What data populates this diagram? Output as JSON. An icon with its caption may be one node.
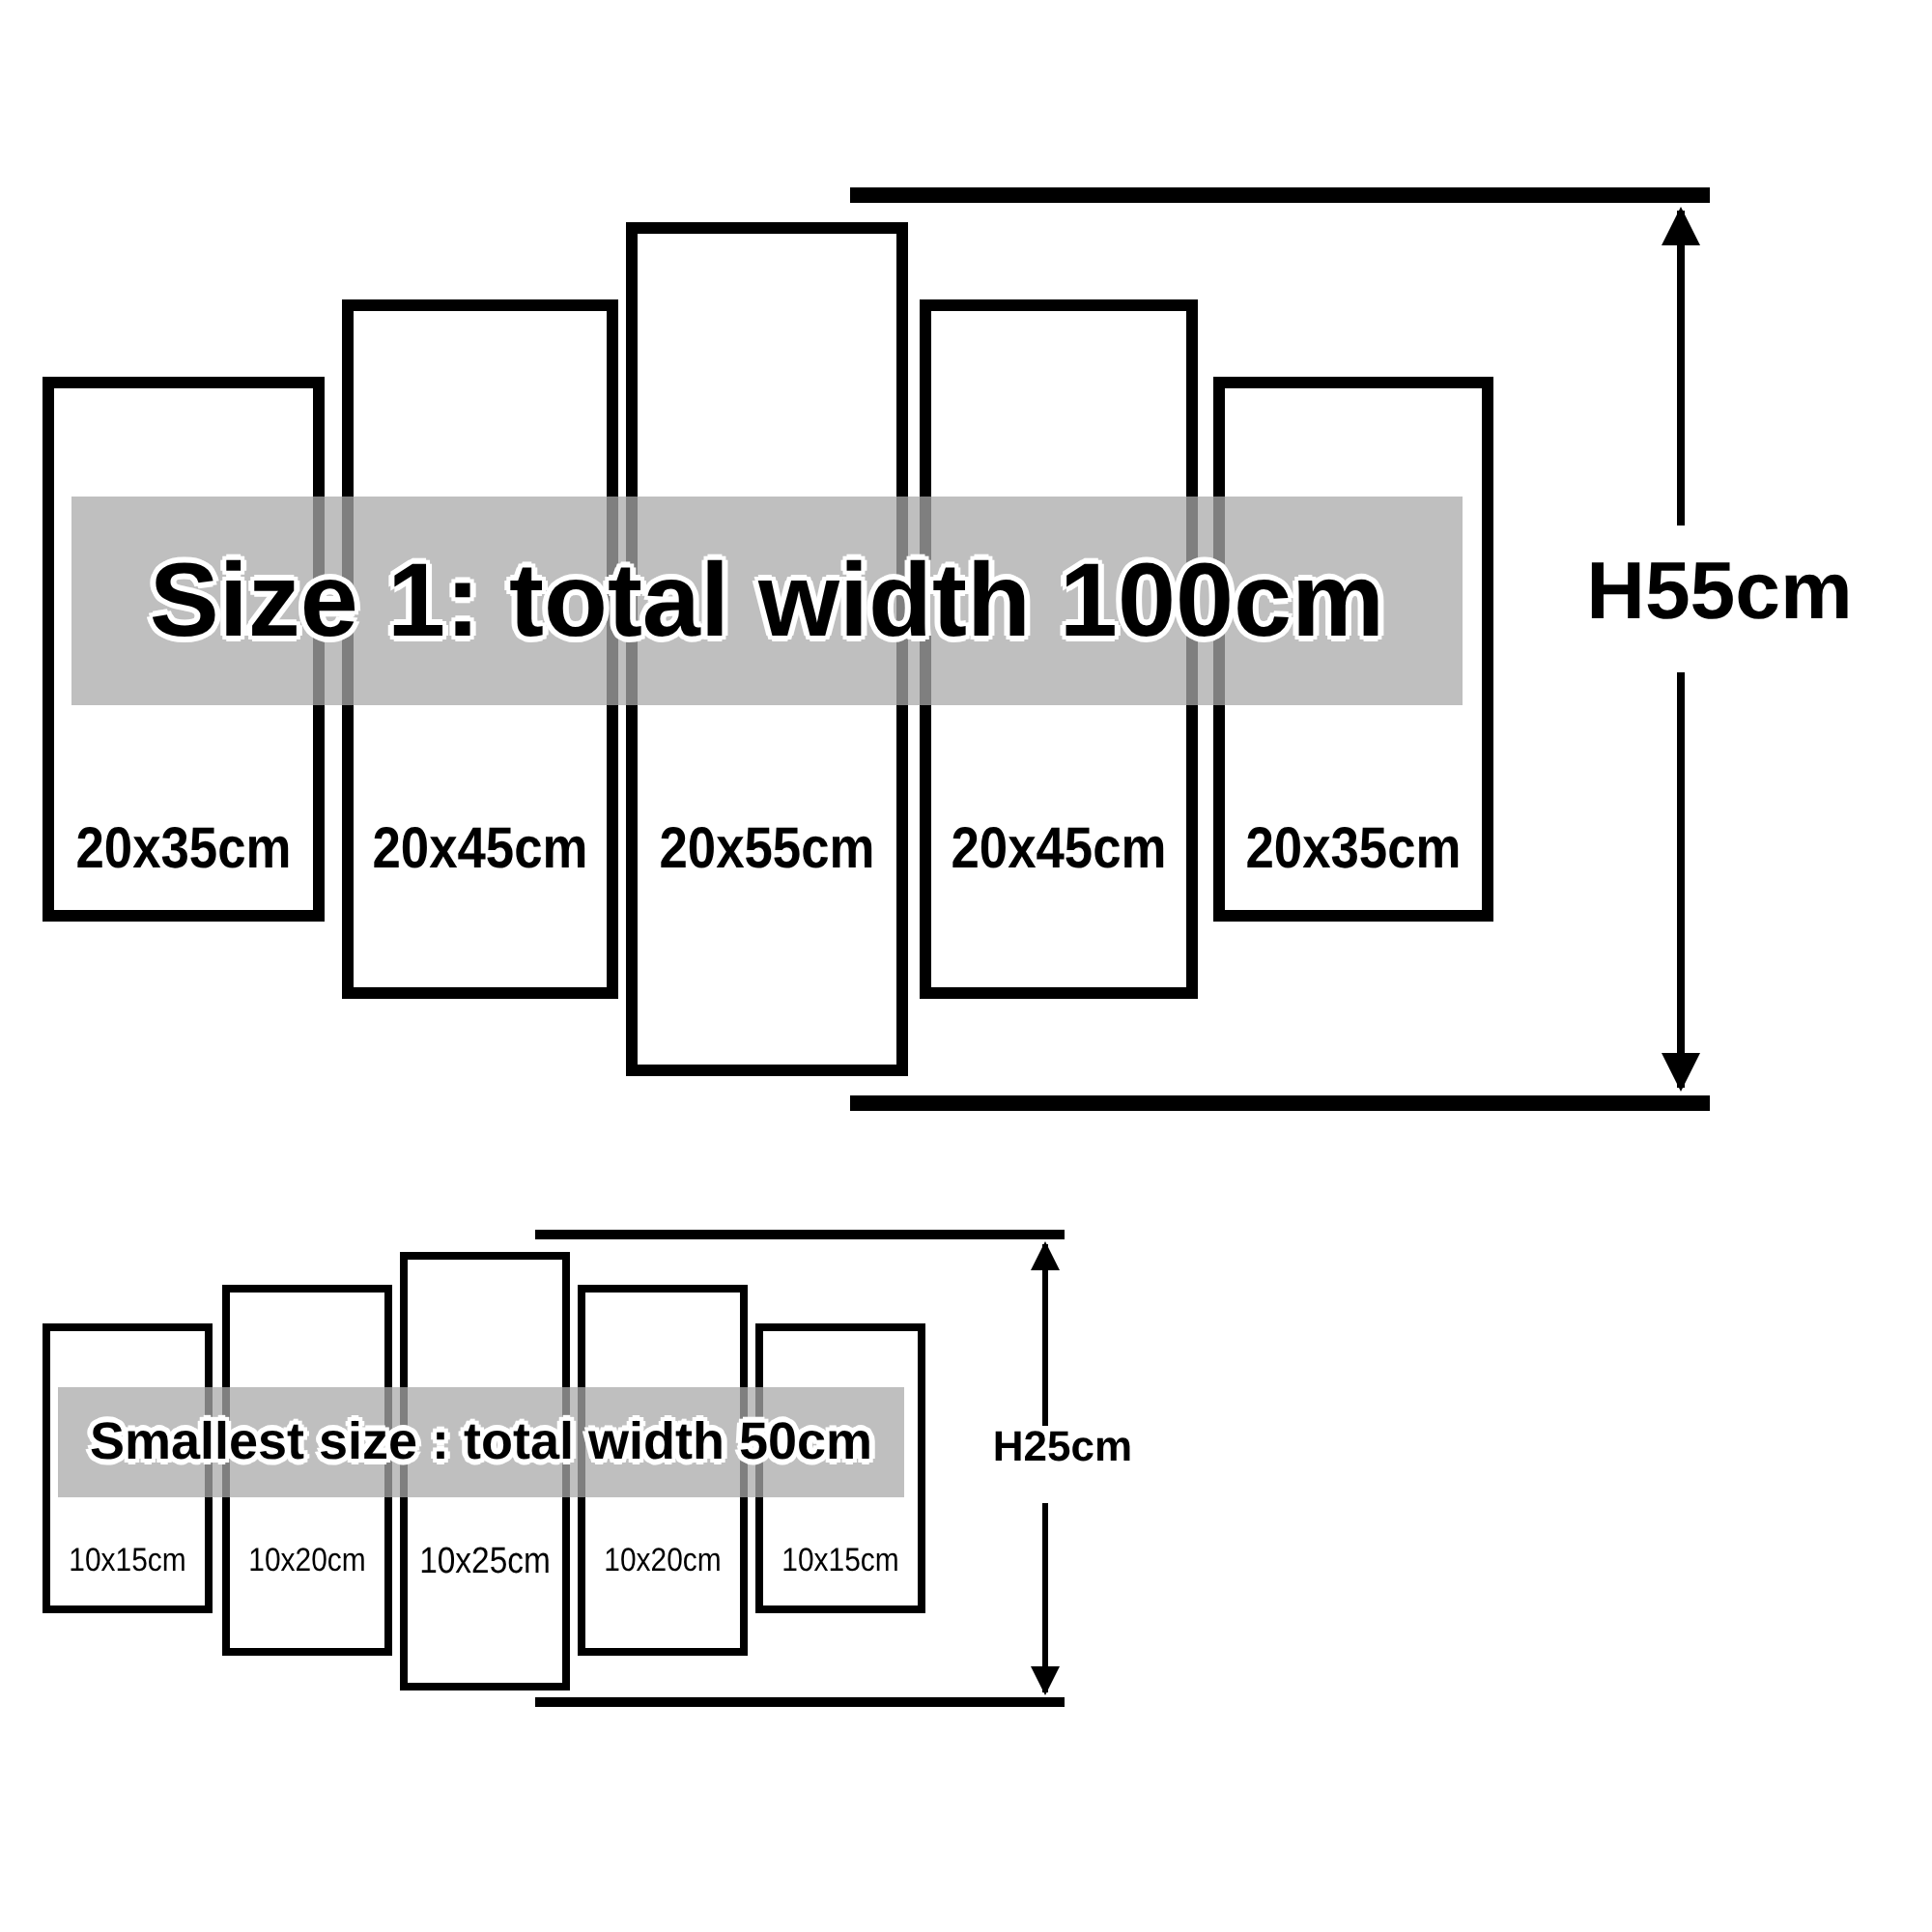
{
  "diagram": {
    "nodes": [
      {
        "text": [
          "20x35cm"
        ]
      },
      {
        "text": [
          "20x45cm"
        ]
      },
      {
        "text": [
          "20x55cm"
        ]
      },
      {
        "text": [
          "20x45cm"
        ]
      },
      {
        "text": [
          "20x35cm"
        ]
      },
      {
        "text": [
          "10x15cm"
        ]
      },
      {
        "text": [
          "10x20cm"
        ]
      },
      {
        "text": [
          "10x25cm"
        ]
      },
      {
        "text": [
          "10x20cm"
        ]
      },
      {
        "text": [
          "10x15cm"
        ]
      }
    ],
    "edges": [],
    "labels": [
      "Size 1: total width 100cm",
      "H55cm",
      "Smallest size : total width 50cm",
      "H25cm"
    ]
  }
}
